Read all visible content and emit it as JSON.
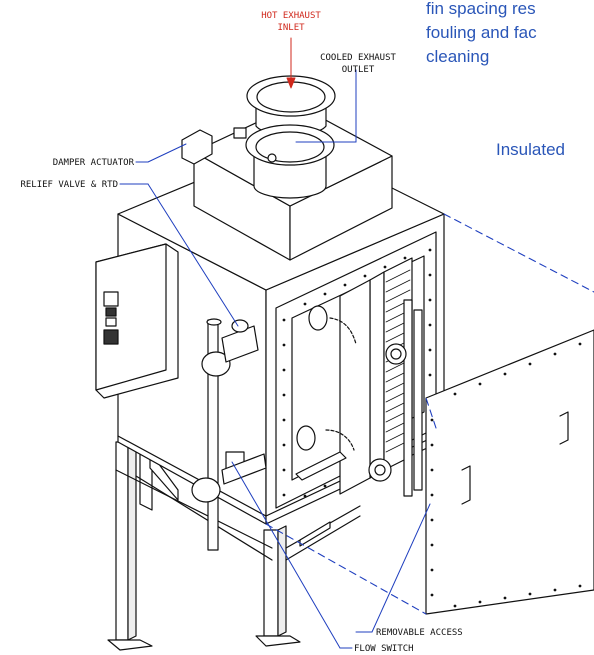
{
  "callout_text": {
    "line1": "fin spacing res",
    "line2": "fouling and fac",
    "line3": "cleaning",
    "insulated": "Insulated"
  },
  "labels": {
    "hot_exhaust_1": "HOT EXHAUST",
    "hot_exhaust_2": "INLET",
    "cooled_exhaust_1": "COOLED EXHAUST",
    "cooled_exhaust_2": "OUTLET",
    "damper_actuator": "DAMPER ACTUATOR",
    "relief_valve": "RELIEF VALVE & RTD",
    "removable_access": "REMOVABLE ACCESS",
    "flow_switch": "FLOW SWITCH"
  },
  "colors": {
    "line": "#111111",
    "inlet_arrow": "#d0281c",
    "leader": "#1f3fbf",
    "callout": "#2a56b8"
  }
}
